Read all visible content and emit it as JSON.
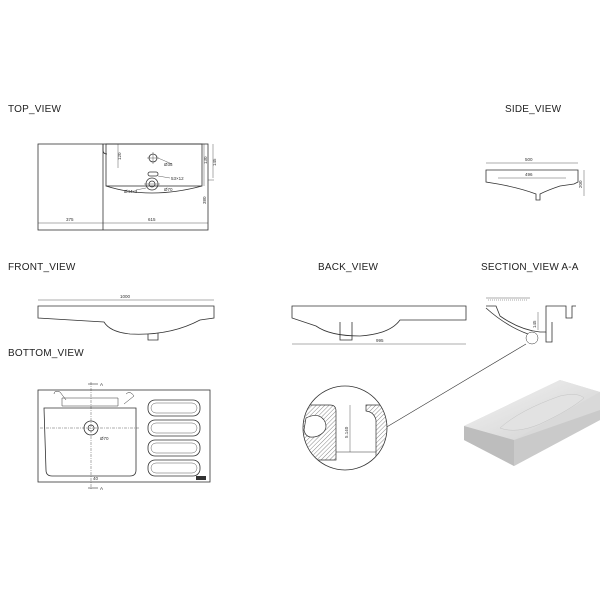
{
  "views": {
    "top": "TOP_VIEW",
    "side": "SIDE_VIEW",
    "front": "FRONT_VIEW",
    "back": "BACK_VIEW",
    "section": "SECTION_VIEW  A-A",
    "bottom": "BOTTOM_VIEW"
  },
  "top_dims": {
    "left_width": "375",
    "right_width": "615",
    "top_depth": "120",
    "depth_a": "130",
    "depth_b": "145",
    "overall_depth": "380",
    "hole1": "Ø35",
    "hole2": "Ø70",
    "slot": "53×12",
    "waste": "Ø44x3"
  },
  "side_dims": {
    "top": "500",
    "inner": "496",
    "height": "200"
  },
  "front_dims": {
    "length": "1000"
  },
  "back_dims": {
    "length": "995"
  },
  "section_dims": {
    "depth": "145"
  },
  "detail_dims": {
    "h": "5.140"
  },
  "bottom_dims": {
    "section_mark": "A",
    "drain": "Ø70",
    "offset": "40"
  },
  "colors": {
    "line": "#333333",
    "hatch": "#555555",
    "render": "#e6e6e6"
  }
}
